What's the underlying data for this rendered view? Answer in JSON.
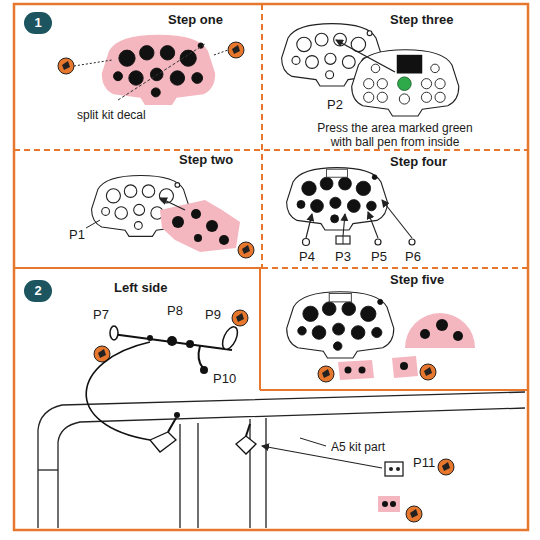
{
  "diagram": {
    "nodes": [
      {
        "text": [
          "Step one"
        ]
      },
      {
        "text": [
          "1"
        ],
        "in": 0
      },
      {
        "text": [
          "Step three"
        ]
      },
      {
        "text": [
          "Step two"
        ]
      },
      {
        "text": [
          "Step four"
        ]
      },
      {
        "text": [
          "Left side"
        ]
      },
      {
        "text": [
          "2"
        ],
        "in": 5
      },
      {
        "text": [
          "Step five"
        ]
      }
    ],
    "labels": [
      "split kit decal",
      "P2",
      "Press the area marked green with ball pen from inside",
      "P1",
      "P4",
      "P3",
      "P5",
      "P6",
      "P7",
      "P8",
      "P9",
      "P10",
      "A5 kit part",
      "P11"
    ]
  }
}
